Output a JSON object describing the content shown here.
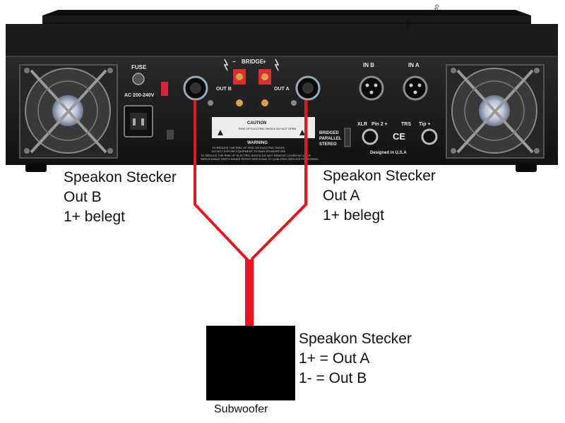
{
  "amp": {
    "top_watermark": "www.r",
    "top_watermark2": "©pa",
    "labels": {
      "fuse": "FUSE",
      "voltage": "AC 200-240V",
      "bridge": "BRIDGE",
      "out_b": "OUT B",
      "out_a": "OUT A",
      "warning": "WARNING",
      "caution": "CAUTION",
      "caution_sub": "RISK OF ELECTRIC SHOCK DO NOT OPEN",
      "warning_line1": "TO REDUCE THE RISK OF FIRE OR ELECTRIC SHOCK",
      "warning_line2": "DO NOT EXPOSE EQUIPMENT TO RAIN OR MOISTURE",
      "footer_line1": "TO REDUCE THE RISK OF ELECTRIC SHOCK DO NOT REMOVE COVER NO USER",
      "footer_line2": "SERVICEABLE PARTS INSIDE REFER SERVICING TO QUALIFIED SERVICE PERSONNEL",
      "bridged": "BRIDGED",
      "parallel": "PARALLEL",
      "stereo": "STEREO",
      "in_b": "IN B",
      "in_a": "IN A",
      "xlr": "XLR",
      "pin": "Pin 2 +",
      "trs": "TRS",
      "tip": "Tip +",
      "ce": "CE",
      "designed": "Designed in U.S.A",
      "minus": "−",
      "plus": "+"
    }
  },
  "captions": {
    "left": [
      "Speakon Stecker",
      "Out B",
      "1+ belegt"
    ],
    "right": [
      "Speakon Stecker",
      "Out A",
      "1+ belegt"
    ],
    "sub": [
      "Speakon Stecker",
      "1+ = Out A",
      "1- = Out B"
    ]
  },
  "subwoofer": {
    "label": "Subwoofer"
  },
  "colors": {
    "cable": "#e8141e",
    "chassis": "#1c1c1c",
    "panel_text": "#e8e8e8",
    "sub_box": "#000000"
  }
}
